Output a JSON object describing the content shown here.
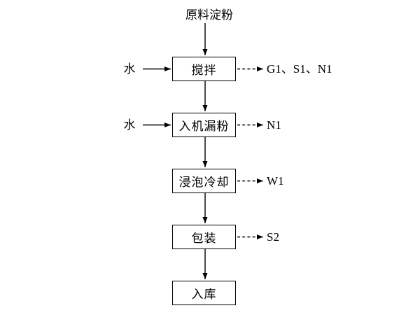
{
  "diagram": {
    "title_hint": "starch production process flowchart",
    "source_label": "原料淀粉",
    "steps": [
      {
        "label": "搅拌",
        "input": "水",
        "output": "G1、S1、N1"
      },
      {
        "label": "入机漏粉",
        "input": "水",
        "output": "N1"
      },
      {
        "label": "浸泡冷却",
        "input": "",
        "output": "W1"
      },
      {
        "label": "包装",
        "input": "",
        "output": "S2"
      },
      {
        "label": "入库",
        "input": "",
        "output": ""
      }
    ],
    "colors": {
      "line": "#000000",
      "text": "#000000",
      "background": "#ffffff"
    }
  }
}
